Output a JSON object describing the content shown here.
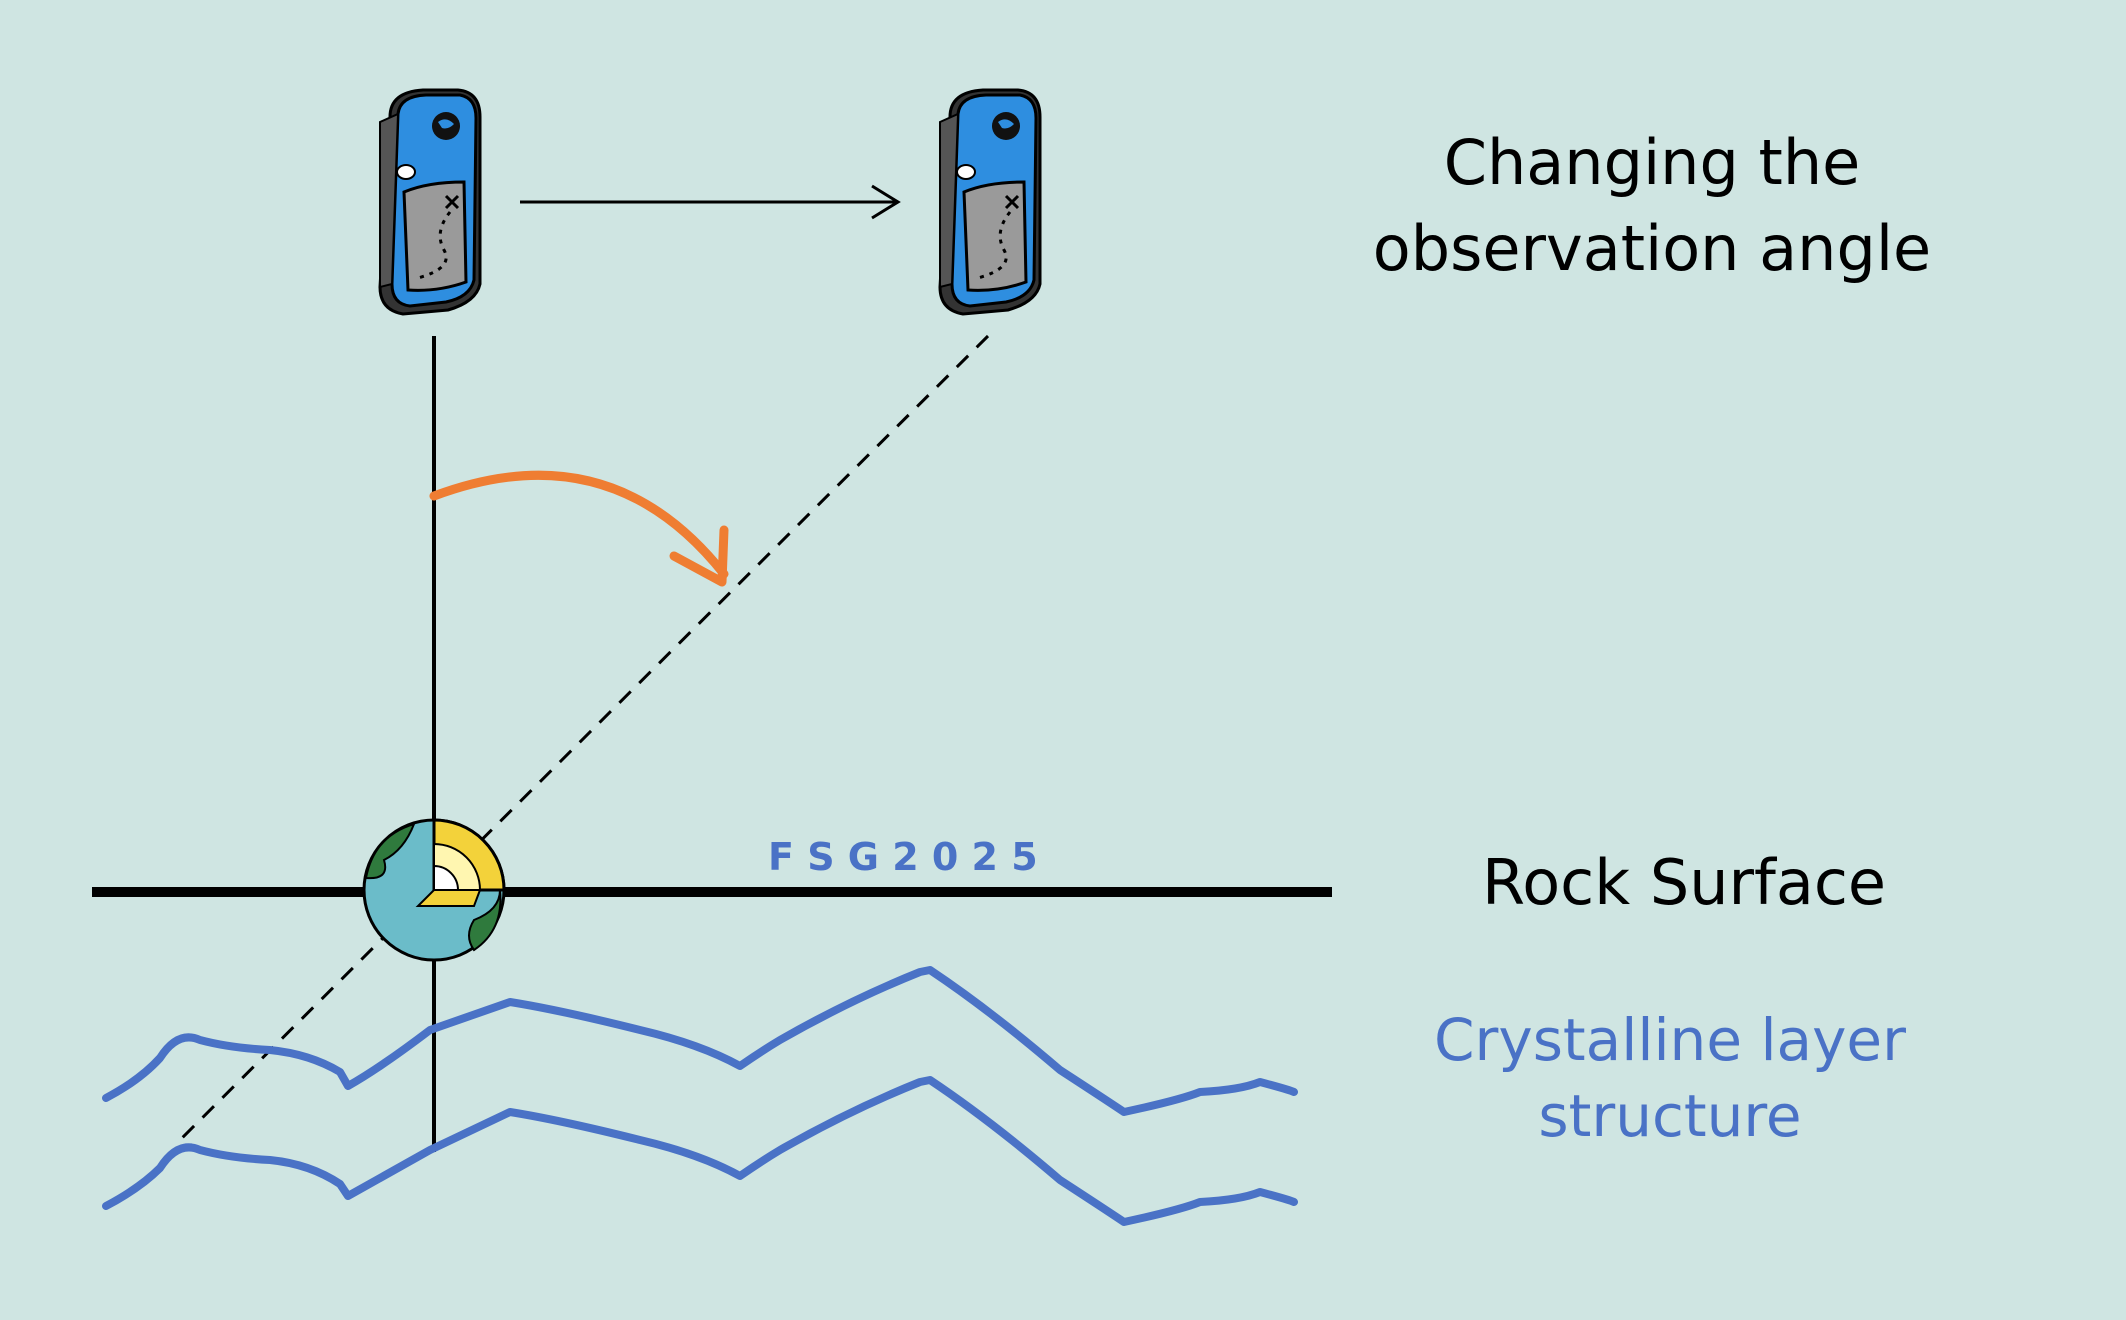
{
  "title_line1": "Changing the",
  "title_line2": "observation angle",
  "surface_label": "Rock Surface",
  "crystal_label_line1": "Crystalline layer",
  "crystal_label_line2": "structure",
  "watermark": "F S G 2 0 2 5",
  "colors": {
    "background": "#cfe5e2",
    "line": "#000000",
    "arrow": "#ef7d32",
    "crystal": "#4a72c6",
    "watermark": "#4a72c6",
    "device_body": "#2e8ee0",
    "device_frame": "#3a3a3a",
    "device_screen": "#9a9a9a"
  },
  "icons": [
    "gps-device-icon",
    "earth-core-icon",
    "arrow-right-icon",
    "curved-arrow-icon"
  ]
}
